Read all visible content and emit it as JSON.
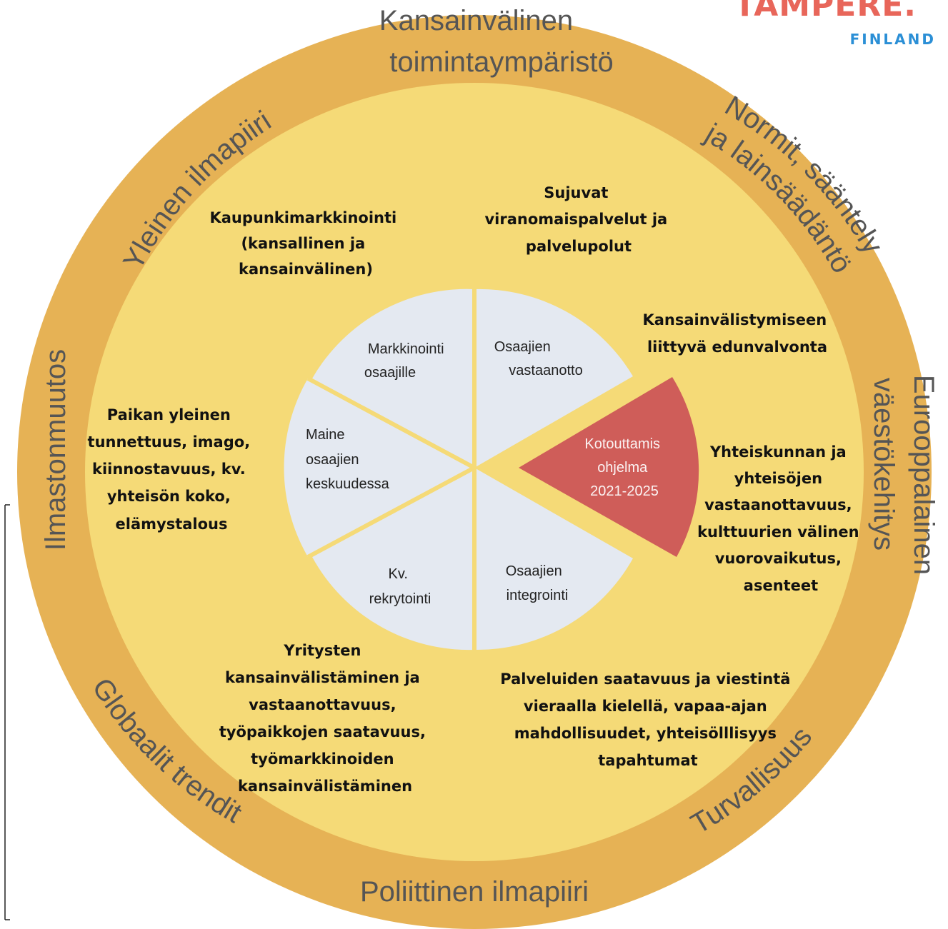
{
  "colors": {
    "outer_ring": "#e6b255",
    "middle_disc": "#f5da77",
    "segments": "#e4e9f1",
    "separators": "#f5da77",
    "core_segment": "#cf5d59",
    "logo_main": "#e8665a",
    "logo_sub": "#2b8fd6"
  },
  "logo": {
    "main": "TAMPERE.",
    "sub": "FINLAND"
  },
  "outer_ring": {
    "top_line1": "Kansainvälinen",
    "top_line2": "toimintaympäristö",
    "top_left": "Yleinen ilmapiiri",
    "top_right_line1": "Normit, sääntely",
    "top_right_line2": "ja lainsäädäntö",
    "left": "Ilmastonmuutos",
    "right_line1": "Eurooppalainen",
    "right_line2": "väestökehitys",
    "bottom_left": "Globaalit trendit",
    "bottom_right": "Turvallisuus",
    "bottom": "Poliittinen ilmapiiri"
  },
  "middle": {
    "kaupunki": [
      "Kaupunkimarkkinointi",
      "(kansallinen ja",
      "kansainvälinen)"
    ],
    "sujuvat": [
      "Sujuvat",
      "viranomaispalvelut ja",
      "palvelupolut"
    ],
    "edunvalvonta": [
      "Kansainvälistymiseen",
      "liittyvä edunvalvonta"
    ],
    "paikan": [
      "Paikan yleinen",
      "tunnettuus, imago,",
      "kiinnostavuus, kv.",
      "yhteisön koko,",
      "elämystalous"
    ],
    "yhteiskunnan": [
      "Yhteiskunnan ja",
      "yhteisöjen",
      "vastaanottavuus,",
      "kulttuurien välinen",
      "vuorovaikutus,",
      "asenteet"
    ],
    "yritysten": [
      "Yritysten",
      "kansainvälistäminen ja",
      "vastaanottavuus,",
      "työpaikkojen saatavuus,",
      "työmarkkinoiden",
      "kansainvälistäminen"
    ],
    "palveluiden": [
      "Palveluiden saatavuus ja viestintä",
      "vieraalla kielellä, vapaa-ajan",
      "mahdollisuudet, yhteisölllisyys",
      "tapahtumat"
    ]
  },
  "segments": {
    "markkinointi": [
      "Markkinointi",
      "osaajille"
    ],
    "vastaanotto": [
      "Osaajien",
      "vastaanotto"
    ],
    "maine": [
      "Maine",
      "osaajien",
      "keskuudessa"
    ],
    "rekrytointi": [
      "Kv.",
      "rekrytointi"
    ],
    "integrointi": [
      "Osaajien",
      "integrointi"
    ]
  },
  "core": [
    "Kotouttamis",
    "ohjelma",
    "2021-2025"
  ]
}
